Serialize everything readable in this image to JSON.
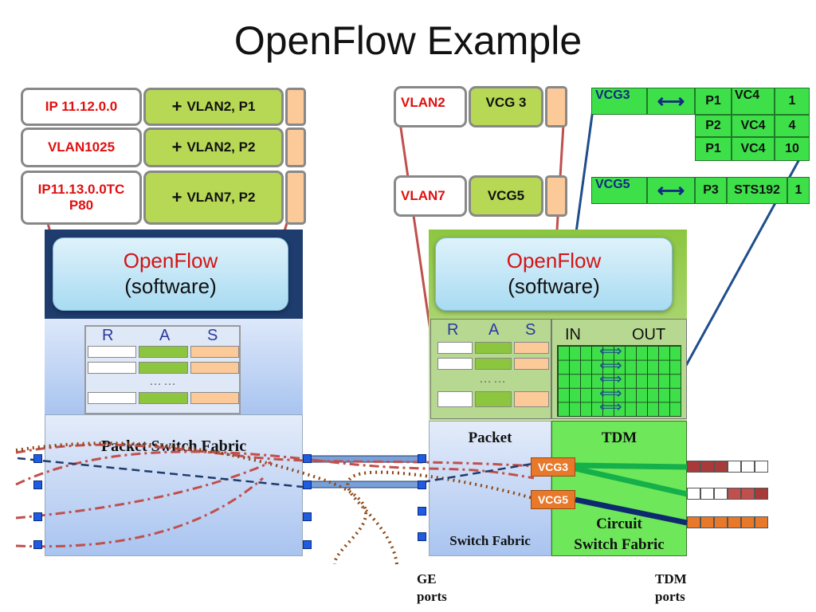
{
  "title": "OpenFlow Example",
  "left_table": {
    "rows": [
      {
        "match": "IP 11.12.0.0",
        "action": "VLAN2, P1"
      },
      {
        "match": "VLAN1025",
        "action": "VLAN2, P2"
      },
      {
        "match": "IP11.13.0.0TC P80",
        "action": "VLAN7, P2"
      }
    ],
    "plus": "+"
  },
  "mid_table": {
    "rows": [
      {
        "match": "VLAN2",
        "action": "VCG 3"
      },
      {
        "match": "VLAN7",
        "action": "VCG5"
      }
    ]
  },
  "circuit_table_1": {
    "vcg": "VCG3",
    "arrow": "⟷",
    "rows": [
      {
        "port": "P1",
        "signal": "VC4",
        "num": "1"
      },
      {
        "port": "P2",
        "signal": "VC4",
        "num": "4"
      },
      {
        "port": "P1",
        "signal": "VC4",
        "num": "10"
      }
    ]
  },
  "circuit_table_2": {
    "vcg": "VCG5",
    "arrow": "⟷",
    "port": "P3",
    "signal": "STS192",
    "num": "1"
  },
  "left_switch": {
    "openflow_title": "OpenFlow",
    "openflow_sub": "(software)",
    "ras": [
      "R",
      "A",
      "S"
    ],
    "dots": "……",
    "fabric_label": "Packet Switch Fabric"
  },
  "right_switch": {
    "openflow_title": "OpenFlow",
    "openflow_sub": "(software)",
    "ras": [
      "R",
      "A",
      "S"
    ],
    "dots": "……",
    "in_label": "IN",
    "out_label": "OUT",
    "xconnect_arrow": "⟺",
    "packet_label": "Packet",
    "switch_fabric_label": "Switch Fabric",
    "tdm_label": "TDM",
    "circuit_label_1": "Circuit",
    "circuit_label_2": "Switch Fabric",
    "vcg_tags": [
      "VCG3",
      "VCG5"
    ]
  },
  "bottom_labels": {
    "ge_1": "GE",
    "ge_2": "ports",
    "tdm_1": "TDM",
    "tdm_2": "ports"
  },
  "colors": {
    "match_text": "#e01010",
    "action_fill": "#b6d855",
    "stats_fill": "#fcc999",
    "circuit_cell": "#3ee04a",
    "blue_port": "#1f5ce0",
    "vcg_tag": "#e8782a"
  }
}
